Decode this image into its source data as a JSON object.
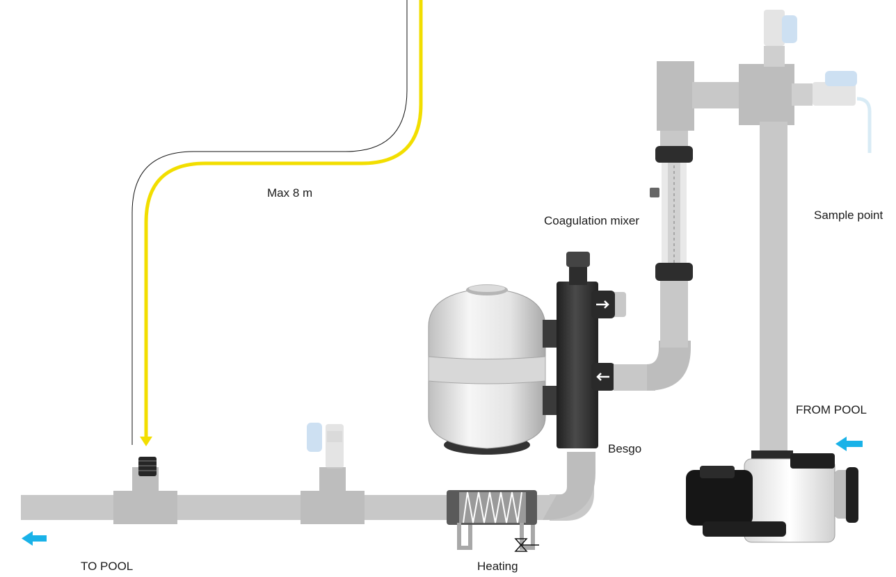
{
  "labels": {
    "max_length": "Max 8 m",
    "coagulation_mixer": "Coagulation mixer",
    "sample_point": "Sample point",
    "besgo": "Besgo",
    "from_pool": "FROM POOL",
    "to_pool": "TO POOL",
    "heating": "Heating"
  },
  "colors": {
    "pipe": "#c8c8c8",
    "pipe_joint": "#bdbdbd",
    "dosing_line": "#f2de00",
    "flow_arrow": "#19b2e8",
    "valve_body": "#2e2e2e",
    "pump_motor": "#1a1a1a",
    "filter_tank": "#e6e6e6"
  },
  "icons": [
    "flow-arrow-left-icon",
    "valve-icon",
    "sample-tap-icon",
    "heating-coil-icon",
    "dosing-arrow-icon"
  ]
}
